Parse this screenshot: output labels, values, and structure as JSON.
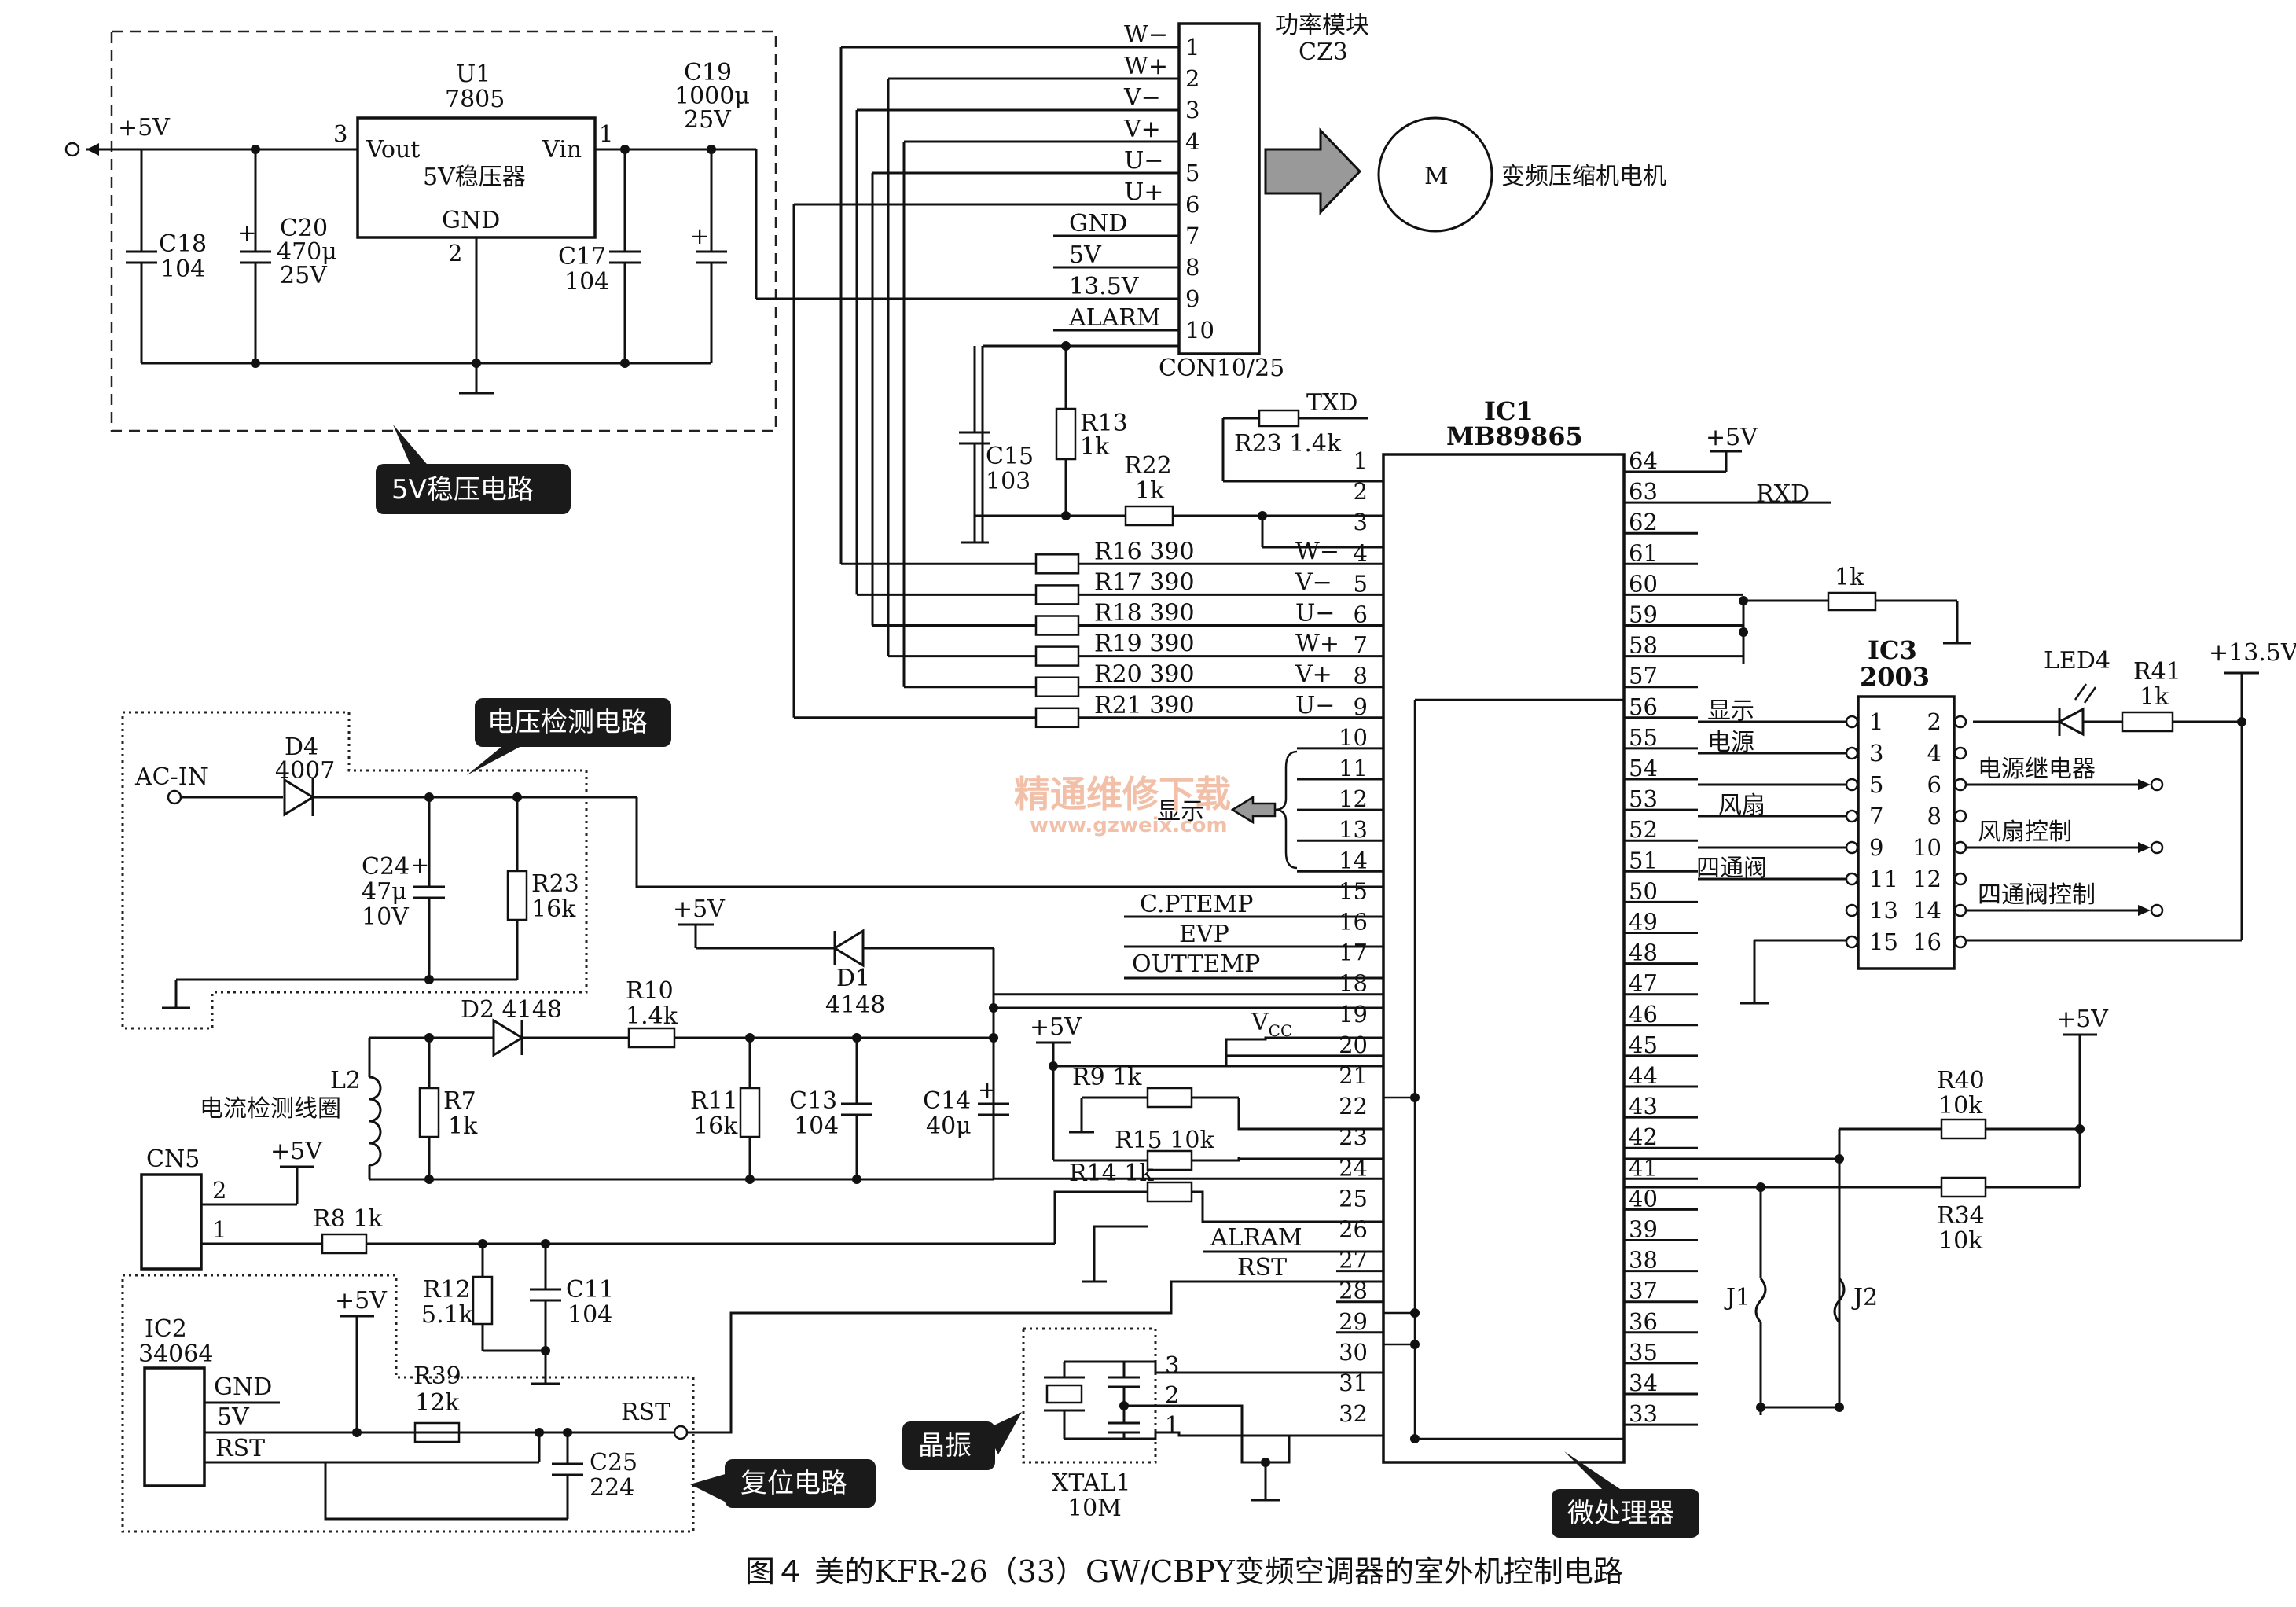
{
  "caption": "图４ 美的KFR-26（33）GW/CBPY变频空调器的室外机控制电路",
  "watermark": {
    "text": "精通维修下载",
    "url": "www.gzweix.com"
  },
  "callouts": {
    "reg5v": "5V稳压电路",
    "voltage": "电压检测电路",
    "reset": "复位电路",
    "crystal": "晶振",
    "mcu": "微处理器"
  },
  "regulator": {
    "plus5v": "+5V",
    "u1": "U1",
    "u1_part": "7805",
    "vout": "Vout",
    "vin": "Vin",
    "body": "5V稳压器",
    "gnd": "GND",
    "pin3": "3",
    "pin1": "1",
    "pin2": "2",
    "c18": [
      "C18",
      "104"
    ],
    "c20": [
      "C20",
      "470μ",
      "25V"
    ],
    "c17": [
      "C17",
      "104"
    ],
    "c19": [
      "C19",
      "1000μ",
      "25V"
    ],
    "plus": "+"
  },
  "power_module": {
    "title": [
      "功率模块",
      "CZ3"
    ],
    "part": "CON10/25",
    "pins": [
      {
        "n": "1",
        "name": "W−"
      },
      {
        "n": "2",
        "name": "W+"
      },
      {
        "n": "3",
        "name": "V−"
      },
      {
        "n": "4",
        "name": "V+"
      },
      {
        "n": "5",
        "name": "U−"
      },
      {
        "n": "6",
        "name": "U+"
      },
      {
        "n": "7",
        "name": "GND"
      },
      {
        "n": "8",
        "name": "5V"
      },
      {
        "n": "9",
        "name": "13.5V"
      },
      {
        "n": "10",
        "name": "ALARM"
      }
    ],
    "motor": "M",
    "motor_label": "变频压缩机电机"
  },
  "alarm_net": {
    "c15": [
      "C15",
      "103"
    ],
    "r13": [
      "R13",
      "1k"
    ],
    "r22": [
      "R22",
      "1k"
    ],
    "r23": "R23 1.4k",
    "txd": "TXD"
  },
  "mcu": {
    "name": "IC1",
    "part": "MB89865",
    "plus5v": "+5V",
    "left_pins": [
      "1",
      "2",
      "3",
      "4",
      "5",
      "6",
      "7",
      "8",
      "9",
      "10",
      "11",
      "12",
      "13",
      "14",
      "15",
      "16",
      "17",
      "18",
      "19",
      "20",
      "21",
      "22",
      "23",
      "24",
      "25",
      "26",
      "27",
      "28",
      "29",
      "30",
      "31",
      "32"
    ],
    "right_pins": [
      "64",
      "63",
      "62",
      "61",
      "60",
      "59",
      "58",
      "57",
      "56",
      "55",
      "54",
      "53",
      "52",
      "51",
      "50",
      "49",
      "48",
      "47",
      "46",
      "45",
      "44",
      "43",
      "42",
      "41",
      "40",
      "39",
      "38",
      "37",
      "36",
      "35",
      "34",
      "33"
    ],
    "rxd": "RXD",
    "r60": "1k",
    "drive_resistors": [
      {
        "r": "R16 390",
        "sig": "W−"
      },
      {
        "r": "R17 390",
        "sig": "V−"
      },
      {
        "r": "R18 390",
        "sig": "U−"
      },
      {
        "r": "R19 390",
        "sig": "W+"
      },
      {
        "r": "R20 390",
        "sig": "V+"
      },
      {
        "r": "R21 390",
        "sig": "U−"
      }
    ],
    "display": "显示",
    "sensors": [
      "C.PTEMP",
      "EVP",
      "OUTTEMP"
    ],
    "vcc": "V",
    "vcc_sub": "CC",
    "alram": "ALRAM",
    "rst": "RST"
  },
  "ic3": {
    "name": "IC3",
    "part": "2003",
    "left_pins": [
      "1",
      "3",
      "5",
      "7",
      "9",
      "11",
      "13",
      "15"
    ],
    "right_pins": [
      "2",
      "4",
      "6",
      "8",
      "10",
      "12",
      "14",
      "16"
    ],
    "inputs": [
      "显示",
      "电源",
      "风扇",
      "四通阀"
    ],
    "outputs": [
      "电源继电器",
      "风扇控制",
      "四通阀控制"
    ],
    "led": "LED4",
    "r41": [
      "R41",
      "1k"
    ],
    "supply": "+13.5V"
  },
  "voltage_detect": {
    "acin": "AC-IN",
    "d4": [
      "D4",
      "4007"
    ],
    "c24": [
      "C24",
      "47μ",
      "10V"
    ],
    "r23": [
      "R23",
      "16k"
    ],
    "plus": "+"
  },
  "current_detect": {
    "plus5v": "+5V",
    "d1": [
      "D1",
      "4148"
    ],
    "d2": "D2 4148",
    "r10": [
      "R10",
      "1.4k"
    ],
    "l2": "L2",
    "coil": "电流检测线圈",
    "r7": [
      "R7",
      "1k"
    ],
    "r11": [
      "R11",
      "16k"
    ],
    "c13": [
      "C13",
      "104"
    ],
    "c14": [
      "C14",
      "40μ"
    ],
    "vcc5v": "+5V",
    "r9": "R9 1k",
    "r15": "R15 10k"
  },
  "cn5": {
    "name": "CN5",
    "pin2": "2",
    "pin1": "1",
    "plus5v": "+5V",
    "r8": "R8 1k",
    "r12": [
      "R12",
      "5.1k"
    ],
    "c11": [
      "C11",
      "104"
    ],
    "r14": "R14 1k"
  },
  "reset": {
    "ic2": [
      "IC2",
      "34064"
    ],
    "gnd": "GND",
    "v5": "5V",
    "rst": "RST",
    "plus5v": "+5V",
    "r39": [
      "R39",
      "12k"
    ],
    "rst_out": "RST",
    "c25": [
      "C25",
      "224"
    ]
  },
  "crystal": {
    "name": [
      "XTAL1",
      "10M"
    ],
    "pins": [
      "3",
      "2",
      "1"
    ]
  },
  "jumpers": {
    "plus5v": "+5V",
    "r40": [
      "R40",
      "10k"
    ],
    "r34": [
      "R34",
      "10k"
    ],
    "j1": "J1",
    "j2": "J2"
  }
}
